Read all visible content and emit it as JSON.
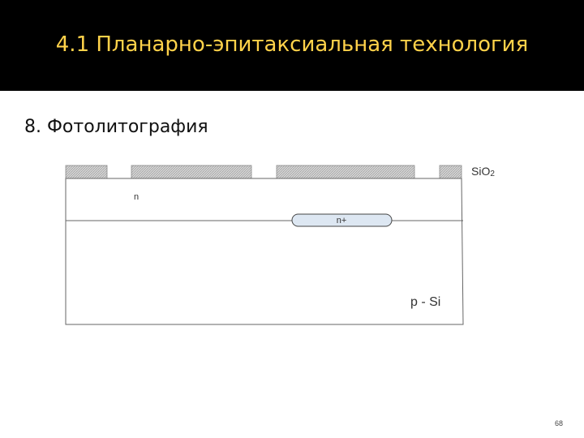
{
  "header": {
    "title": "4.1 Планарно-эпитаксиальная технология"
  },
  "slide": {
    "subtitle": "8. Фотолитография",
    "number": "68"
  },
  "diagram": {
    "labels": {
      "oxide": "SiO2",
      "oxide_base": "SiO",
      "oxide_sub": "2",
      "n_layer": "n",
      "buried_layer": "n+",
      "substrate": "p - Si"
    }
  },
  "colors": {
    "header_bg": "#000000",
    "title_color": "#ffd24a",
    "buried_fill": "#dde7f2"
  }
}
